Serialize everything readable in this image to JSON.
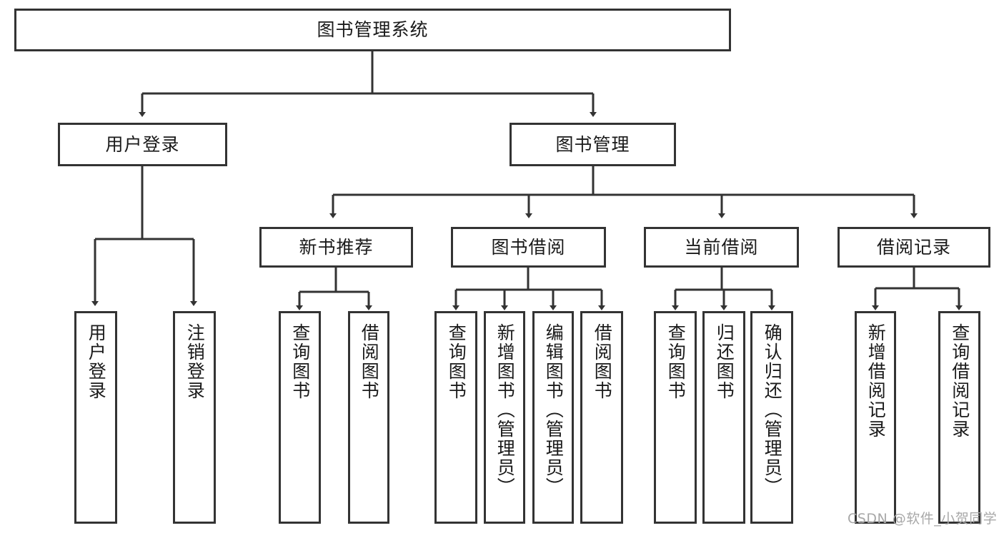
{
  "diagram": {
    "type": "tree",
    "title": "图书管理系统",
    "root": {
      "label": "图书管理系统"
    },
    "level2": [
      {
        "label": "用户登录"
      },
      {
        "label": "图书管理"
      }
    ],
    "level3": [
      {
        "label": "新书推荐"
      },
      {
        "label": "图书借阅"
      },
      {
        "label": "当前借阅"
      },
      {
        "label": "借阅记录"
      }
    ],
    "leaves": {
      "user_login": [
        {
          "label": "用户登录"
        },
        {
          "label": "注销登录"
        }
      ],
      "new_book_recommend": [
        {
          "label": "查询图书"
        },
        {
          "label": "借阅图书"
        }
      ],
      "book_borrow": [
        {
          "label": "查询图书"
        },
        {
          "label": "新增图书（管理员）"
        },
        {
          "label": "编辑图书（管理员）"
        },
        {
          "label": "借阅图书"
        }
      ],
      "current_borrow": [
        {
          "label": "查询图书"
        },
        {
          "label": "归还图书"
        },
        {
          "label": "确认归还（管理员）"
        }
      ],
      "borrow_record": [
        {
          "label": "新增借阅记录"
        },
        {
          "label": "查询借阅记录"
        }
      ]
    }
  },
  "watermark": {
    "text": "CSDN @软件_小贺同学"
  },
  "colors": {
    "stroke": "#333333",
    "background": "#ffffff",
    "text": "#1a1a1a",
    "watermark": "#a8a8a8"
  }
}
